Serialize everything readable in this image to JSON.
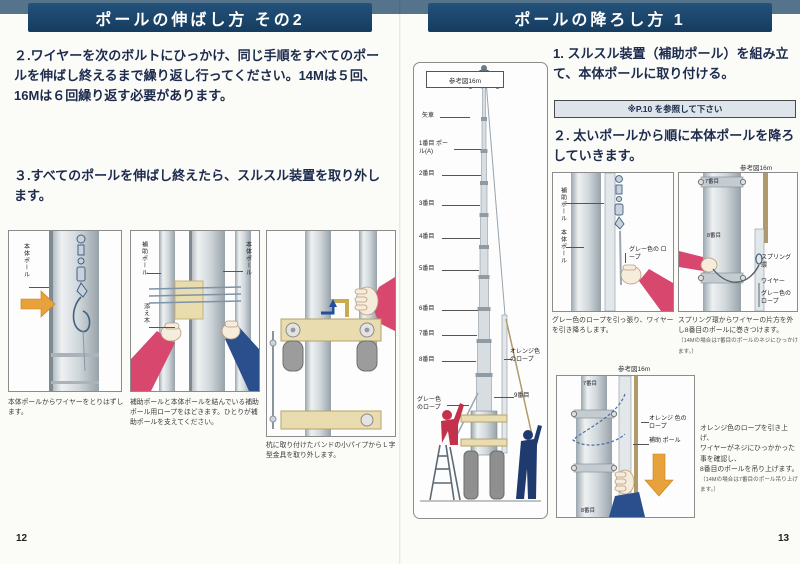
{
  "left_page": {
    "header": "ポールの伸ばし方 その2",
    "step2_text": "２.ワイヤーを次のボルトにひっかけ、同じ手順をすべてのポールを伸ばし終えるまで繰り返し行ってください。14Mは５回、16Mは６回繰り返す必要があります。",
    "step3_text": "３.すべてのポールを伸ばし終えたら、スルスル装置を取り外します。",
    "panel1": {
      "label_main_pole": "本体ポール",
      "caption": "本体ポールからワイヤーをとりはずします。"
    },
    "panel2": {
      "label_aux_pole": "補助ポール",
      "label_main_pole": "本体ポール",
      "label_spacer": "添え木",
      "caption": "補助ポールと本体ポールを結んでいる補助ポール用ロープをほどきます。ひとりが補助ポールを支えてください。"
    },
    "panel3": {
      "caption": "杭に取り付けたバンドの小パイプからＬ字型金具を取り外します。"
    },
    "page_number": "12"
  },
  "right_page": {
    "header": "ポールの降ろし方 1",
    "step1_text": "1. スルスル装置（補助ポール）を組み立て、本体ポールに取り付ける。",
    "reference_note": "※P.10 を参照して下さい",
    "step2_text": "２. 太いポールから順に本体ポールを降ろしていきます。",
    "tall_figure": {
      "ref_label": "参考図16m",
      "label_yaguruma": "矢車",
      "label_pole1": "1番目 ポール(A)",
      "label_pole2": "2番目",
      "label_pole3": "3番目",
      "label_pole4": "4番目",
      "label_pole5": "5番目",
      "label_pole6": "6番目",
      "label_pole7": "7番目",
      "label_pole8": "8番目",
      "label_pole9": "9番目",
      "label_gray_rope": "グレー色 のロープ",
      "label_orange_rope": "オレンジ色 のロープ"
    },
    "panel_a": {
      "label_aux_pole": "補助ポール",
      "label_main_pole": "本体ポール",
      "label_gray_rope": "グレー色の ロープ",
      "caption": "グレー色のロープを引っ張り、ワイヤーを引き降ろします。"
    },
    "panel_b": {
      "ref_label": "参考図16m",
      "tag_pole7": "7番目",
      "tag_pole8": "8番目",
      "label_spring_ring": "スプリング 環",
      "label_wire": "ワイヤー",
      "label_gray_rope": "グレー色の ロープ",
      "caption": "スプリング環からワイヤーの片方を外し8番目のポールに巻きつけます。",
      "caption_note": "（14Mの場合は7番目のポールのネジにひっかけます。）"
    },
    "panel_c": {
      "ref_label": "参考図16m",
      "tag_pole7": "7番目",
      "tag_pole8": "8番目",
      "label_orange_rope": "オレンジ 色のロープ",
      "label_aux_pole": "補助 ポール",
      "caption_line1": "オレンジ色のロープを引き上げ、",
      "caption_line2": "ワイヤーがネジにひっかかった事を確認し、",
      "caption_line3": "8番目のポールを吊り上げます。",
      "caption_note": "（14Mの場合は7番目のポール吊り上げます。）"
    },
    "page_number": "13"
  },
  "colors": {
    "header_navy": "#1a4063",
    "header_strip_blue": "#56738c",
    "accent_orange": "#e8a23b",
    "sleeve_red": "#d8476e",
    "sleeve_blue": "#2b4e8c",
    "band_beige": "#e9dcae"
  }
}
